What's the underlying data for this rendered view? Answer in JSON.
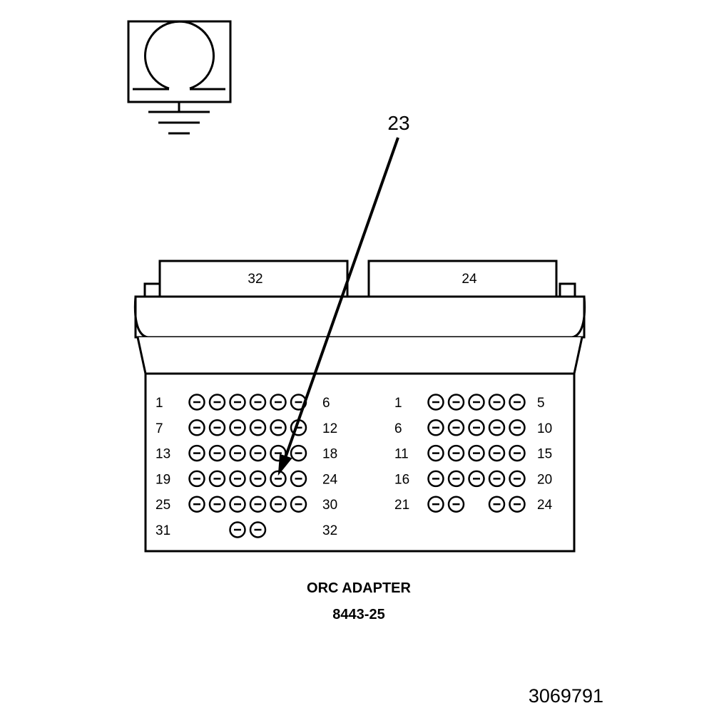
{
  "symbol": {
    "name": "ohmmeter-ground-symbol"
  },
  "callout": {
    "number": "23"
  },
  "connector": {
    "left_tab": "32",
    "right_tab": "24",
    "left_block": {
      "rows": [
        {
          "start": "1",
          "end": "6",
          "pins": [
            1,
            1,
            1,
            1,
            1,
            1
          ]
        },
        {
          "start": "7",
          "end": "12",
          "pins": [
            1,
            1,
            1,
            1,
            1,
            1
          ]
        },
        {
          "start": "13",
          "end": "18",
          "pins": [
            1,
            1,
            1,
            1,
            1,
            1
          ]
        },
        {
          "start": "19",
          "end": "24",
          "pins": [
            1,
            1,
            1,
            1,
            1,
            1
          ]
        },
        {
          "start": "25",
          "end": "30",
          "pins": [
            1,
            1,
            1,
            1,
            1,
            1
          ]
        },
        {
          "start": "31",
          "end": "32",
          "pins": [
            0,
            0,
            1,
            1,
            0,
            0
          ]
        }
      ]
    },
    "right_block": {
      "rows": [
        {
          "start": "1",
          "end": "5",
          "pins": [
            1,
            1,
            1,
            1,
            1
          ]
        },
        {
          "start": "6",
          "end": "10",
          "pins": [
            1,
            1,
            1,
            1,
            1
          ]
        },
        {
          "start": "11",
          "end": "15",
          "pins": [
            1,
            1,
            1,
            1,
            1
          ]
        },
        {
          "start": "16",
          "end": "20",
          "pins": [
            1,
            1,
            1,
            1,
            1
          ]
        },
        {
          "start": "21",
          "end": "24",
          "pins": [
            1,
            1,
            0,
            1,
            1
          ]
        }
      ]
    }
  },
  "caption": {
    "title": "ORC ADAPTER",
    "part_number": "8443-25"
  },
  "figure_number": "3069791"
}
